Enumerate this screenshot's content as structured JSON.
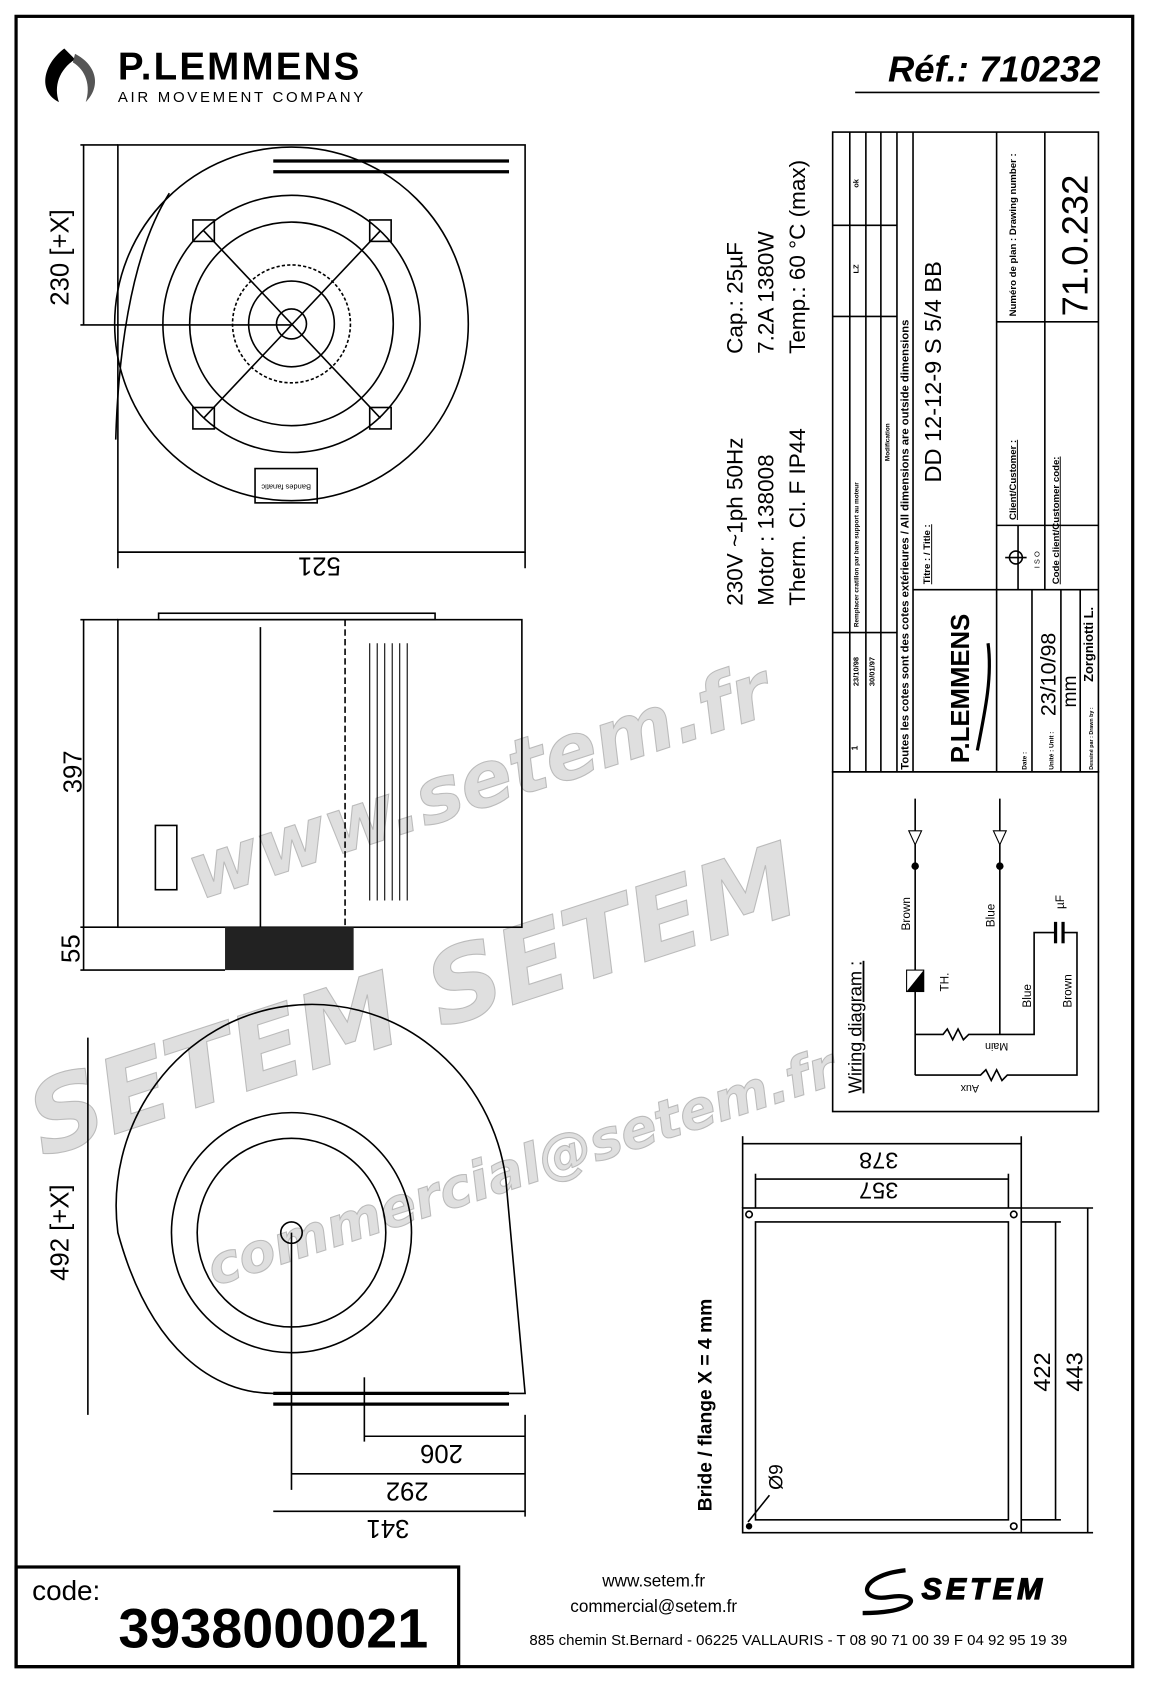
{
  "header": {
    "brand": "P.LEMMENS",
    "brand_sub": "AIR MOVEMENT COMPANY",
    "reference": "Réf.: 710232"
  },
  "dimensions": {
    "top_height": "230 [+X]",
    "top_width": "521",
    "side_height": "397",
    "side_base": "55",
    "front_height": "492 [+X]",
    "front_w1": "206",
    "front_w2": "292",
    "front_w3": "341",
    "flange_w_outer": "378",
    "flange_w_inner": "357",
    "flange_h_inner": "422",
    "flange_h_outer": "443",
    "hole": "Ø9",
    "flange_note": "Bride / flange X = 4 mm"
  },
  "motor_label": "Bandes\nfanatic",
  "specs": {
    "line1": "230V  ~1ph   50Hz",
    "line2": "Motor : 138008",
    "line3": "Therm. Cl. F    IP44",
    "cap": "Cap.: 25µF",
    "power": "7.2A    1380W",
    "temp": "Temp.: 60 °C (max)"
  },
  "title_block": {
    "rev_index": "1",
    "rev_date1": "23/10/98",
    "rev_date2": "30/01/97",
    "rev_desc": "Remplacer cratillon par bare support au moteur",
    "rev_by": "LZ",
    "rev_ok": "ok",
    "modification": "Modification",
    "note": "Toutes les cotes sont des cotes extérieures / All dimensions are outside dimensions",
    "title_label": "Titre : / Title :",
    "title": "DD 12-12-9 S 5/4 BB",
    "client_label": "Client/Customer :",
    "client_code_label": "Code client/Customer code:",
    "plan_label": "Numéro de plan : Drawing number :",
    "plan_number": "71.0.232",
    "date": "23/10/98",
    "unit": "mm",
    "drawn_by": "Zorgniotti L.",
    "iso": "I S O",
    "date_label": "Date :",
    "unit_label": "Unité : Unit :",
    "drawn_label": "Dessiné par : Drawn by :"
  },
  "wiring": {
    "title": "Wiring diagram :",
    "brown": "Brown",
    "blue": "Blue",
    "th": "TH.",
    "uf": "µF",
    "blue2": "Blue",
    "brown2": "Brown",
    "main": "Main",
    "aux": "Aux"
  },
  "watermark": {
    "url": "www.setem.fr",
    "brand": "SETEM  SETEM",
    "email": "commercial@setem.fr"
  },
  "footer": {
    "code_label": "code:",
    "code": "3938000021",
    "website": "www.setem.fr",
    "email": "commercial@setem.fr",
    "address": "885 chemin St.Bernard  -  06225 VALLAURIS  -  T 08 90 71 00 39   F 04 92 95 19 39",
    "logo_text": "SETEM"
  }
}
